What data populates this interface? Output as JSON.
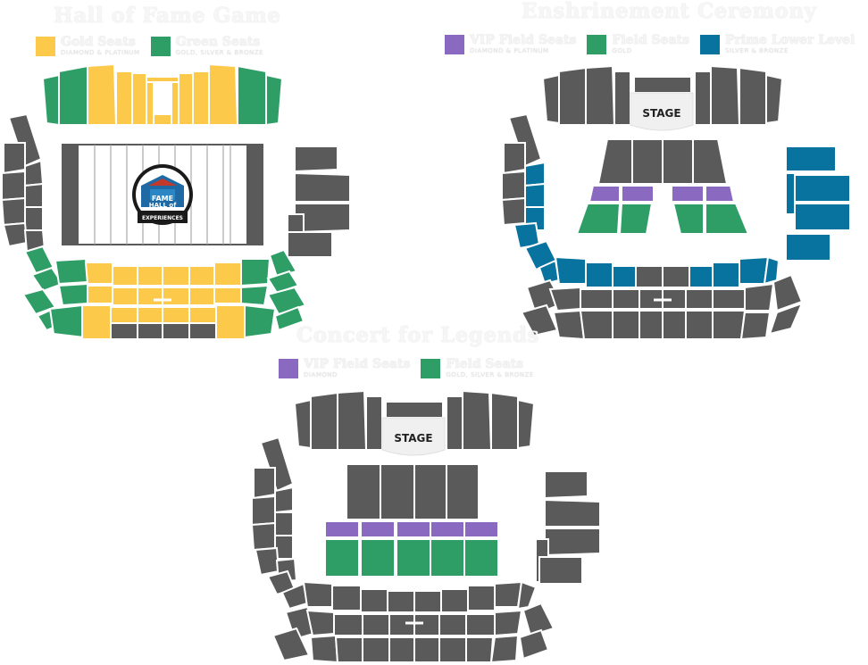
{
  "colors": {
    "gold": "#fdc94a",
    "green": "#2e9e66",
    "purple": "#8a69c1",
    "blue": "#08739f",
    "gray": "#5a5a5a"
  },
  "hall_of_fame_game": {
    "title": "Hall of Fame Game",
    "legend": [
      {
        "label": "Gold Seats",
        "sub": "DIAMOND & PLATINUM",
        "color": "#fdc94a"
      },
      {
        "label": "Green Seats",
        "sub": "GOLD, SILVER & BRONZE",
        "color": "#2e9e66"
      }
    ],
    "logo": {
      "line1": "HALL of",
      "line2": "FAME",
      "line3": "EXPERIENCES"
    }
  },
  "enshrinement_ceremony": {
    "title": "Enshrinement Ceremony",
    "legend": [
      {
        "label": "VIP Field Seats",
        "sub": "DIAMOND & PLATINUM",
        "color": "#8a69c1"
      },
      {
        "label": "Field Seats",
        "sub": "GOLD",
        "color": "#2e9e66"
      },
      {
        "label": "Prime Lower Level",
        "sub": "SILVER & BRONZE",
        "color": "#08739f"
      }
    ],
    "stage_label": "STAGE"
  },
  "concert_for_legends": {
    "title": "Concert for Legends",
    "legend": [
      {
        "label": "VIP Field Seats",
        "sub": "DIAMOND",
        "color": "#8a69c1"
      },
      {
        "label": "Field Seats",
        "sub": "GOLD, SILVER & BRONZE",
        "color": "#2e9e66"
      }
    ],
    "stage_label": "STAGE"
  }
}
